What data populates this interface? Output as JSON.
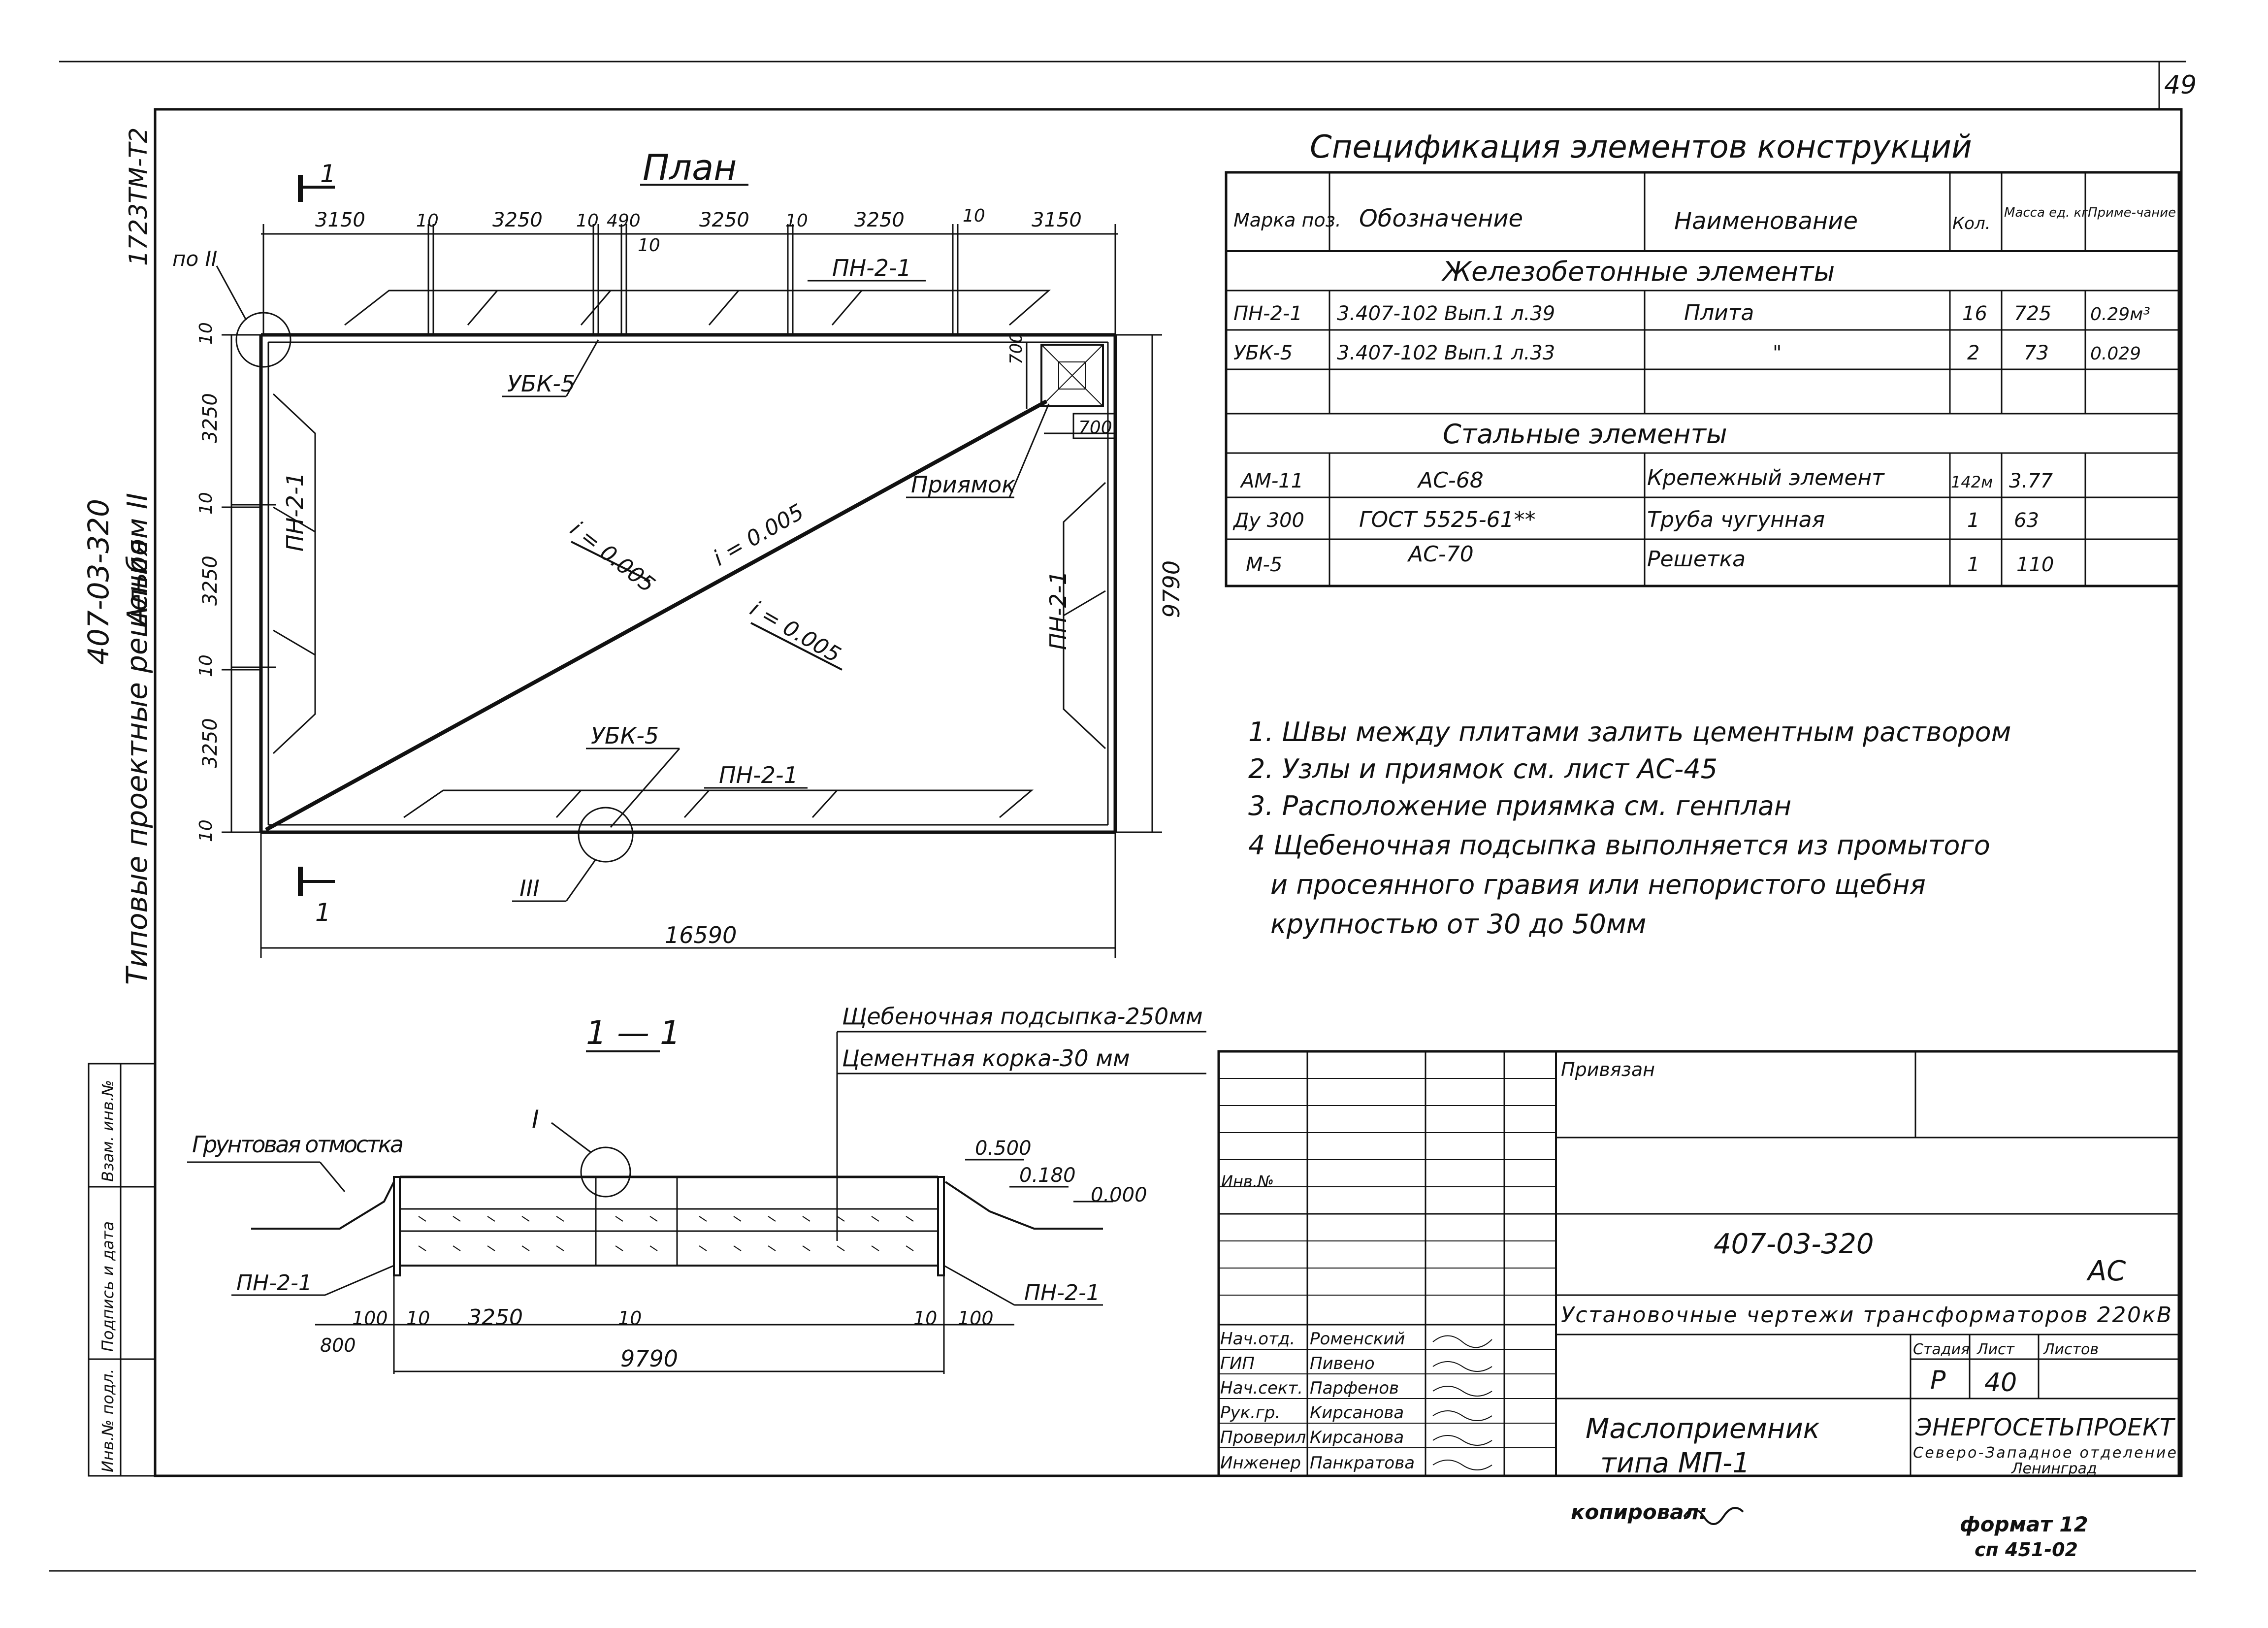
{
  "sheet": {
    "page_number": "49",
    "album_code": "1723ТМ-Т2",
    "series_code": "407-03-320",
    "album_title": "Типовые проектные решения",
    "album_label": "Альбом II"
  },
  "left_stamp": [
    "Инв.№ подл.",
    "Подпись и дата",
    "Взам. инв.№"
  ],
  "plan": {
    "title": "План",
    "section_label": "1",
    "top_dims": [
      "3150",
      "10",
      "3250",
      "10",
      "490",
      "10",
      "3250",
      "10",
      "3250",
      "10",
      "3150"
    ],
    "left_dims": [
      "10",
      "3250",
      "10",
      "3250",
      "10",
      "3250",
      "10"
    ],
    "inner_dim_10": "10",
    "pit_dim_v": "700",
    "pit_dim_h": "700",
    "right_dim": "9790",
    "bottom_dim": "16590",
    "labels": {
      "node2": "по II",
      "pn_top": "ПН-2-1",
      "ubk_top": "УБК-5",
      "pn_left": "ПН-2-1",
      "slope_left": "i = 0.005",
      "slope_diag": "i = 0.005",
      "slope_center": "i = 0.005",
      "pit": "Приямок",
      "pn_right": "ПН-2-1",
      "ubk_bottom": "УБК-5",
      "pn_bottom": "ПН-2-1",
      "node3": "III"
    }
  },
  "spec": {
    "title": "Спецификация элементов конструкций",
    "headers": [
      "Марка поз.",
      "Обозначение",
      "Наименование",
      "Кол.",
      "Масса ед. кг",
      "Приме-чание"
    ],
    "group1": "Железобетонные элементы",
    "rows1": [
      [
        "ПН-2-1",
        "3.407-102  Вып.1 л.39",
        "Плита",
        "16",
        "725",
        "0.29м³"
      ],
      [
        "УБК-5",
        "3.407-102  Вып.1 л.33",
        "\"",
        "2",
        "73",
        "0.029"
      ]
    ],
    "group2": "Стальные элементы",
    "rows2": [
      [
        "АМ-11",
        "АС-68",
        "Крепежный элемент",
        "142м",
        "3.77",
        ""
      ],
      [
        "Ду 300",
        "ГОСТ 5525-61**",
        "Труба чугунная",
        "1",
        "63",
        ""
      ],
      [
        "М-5",
        "АС-70",
        "Решетка",
        "1",
        "110",
        ""
      ]
    ]
  },
  "notes": [
    "1. Швы между плитами залить цементным раствором",
    "2. Узлы и приямок см. лист АС-45",
    "3. Расположение приямка см. генплан",
    "4  Щебеночная подсыпка выполняется из промытого",
    "и просеянного гравия  или непористого щебня",
    "крупностью от 30 до 50мм"
  ],
  "section": {
    "title": "1 — 1",
    "label_gravel": "Щебеночная подсыпка-250мм",
    "label_crust": "Цементная корка-30 мм",
    "label_ground": "Грунтовая отмостка",
    "node1": "I",
    "elev_500": "0.500",
    "elev_180": "0.180",
    "elev_000": "0.000",
    "pn_left": "ПН-2-1",
    "pn_right": "ПН-2-1",
    "dims_bottom": [
      "800",
      "100",
      "10",
      "3250",
      "10",
      "10",
      "100"
    ],
    "total": "9790"
  },
  "title_block": {
    "privyazan": "Привязан",
    "inv_no": "Инв.№",
    "code": "407-03-320",
    "mark": "АС",
    "project": "Установочные чертежи трансформаторов 220кВ",
    "stage_header": [
      "Стадия",
      "Лист",
      "Листов"
    ],
    "stage": "Р",
    "sheet_no": "40",
    "object_line1": "Маслоприемник",
    "object_line2": "типа МП-1",
    "org_line1": "ЭНЕРГОСЕТЬПРОЕКТ",
    "org_line2": "Северо-Западное отделение",
    "org_line3": "Ленинград",
    "people": [
      [
        "Нач.отд.",
        "Роменский"
      ],
      [
        "ГИП",
        "Пивено"
      ],
      [
        "Нач.сект.",
        "Парфенов"
      ],
      [
        "Рук.гр.",
        "Кирсанова"
      ],
      [
        "Проверил",
        "Кирсанова"
      ],
      [
        "Инженер",
        "Панкратова"
      ]
    ]
  },
  "footer": {
    "copied": "копировал:",
    "format": "формат 12",
    "extra": "сп 451-02"
  }
}
